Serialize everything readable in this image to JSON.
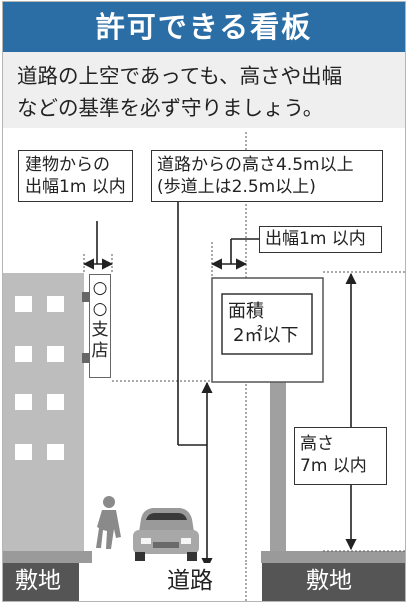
{
  "title": "許可できる看板",
  "intro_lines": [
    "道路の上空であっても、高さや出幅",
    "などの基準を必ず守りましょう。"
  ],
  "labels": {
    "building_protrusion": [
      "建物からの",
      "出幅1m 以内"
    ],
    "height_from_road": [
      "道路からの高さ4.5m以上",
      "(歩道上は2.5m以上)"
    ],
    "pole_protrusion": "出幅1m 以内",
    "area": [
      "面積",
      "2㎡以下"
    ],
    "height": [
      "高さ",
      "7m 以内"
    ]
  },
  "vertical_sign": [
    "○",
    "○",
    "支",
    "店"
  ],
  "ground": {
    "left": "敷地",
    "road": "道路",
    "right": "敷地"
  },
  "colors": {
    "header": "#2a6ea5",
    "building": "#bdbdbd",
    "pole": "#a0a0a0",
    "ground_band": "#555555",
    "intro_bg": "#efefef"
  },
  "icons": [
    "pedestrian-icon",
    "car-icon"
  ]
}
